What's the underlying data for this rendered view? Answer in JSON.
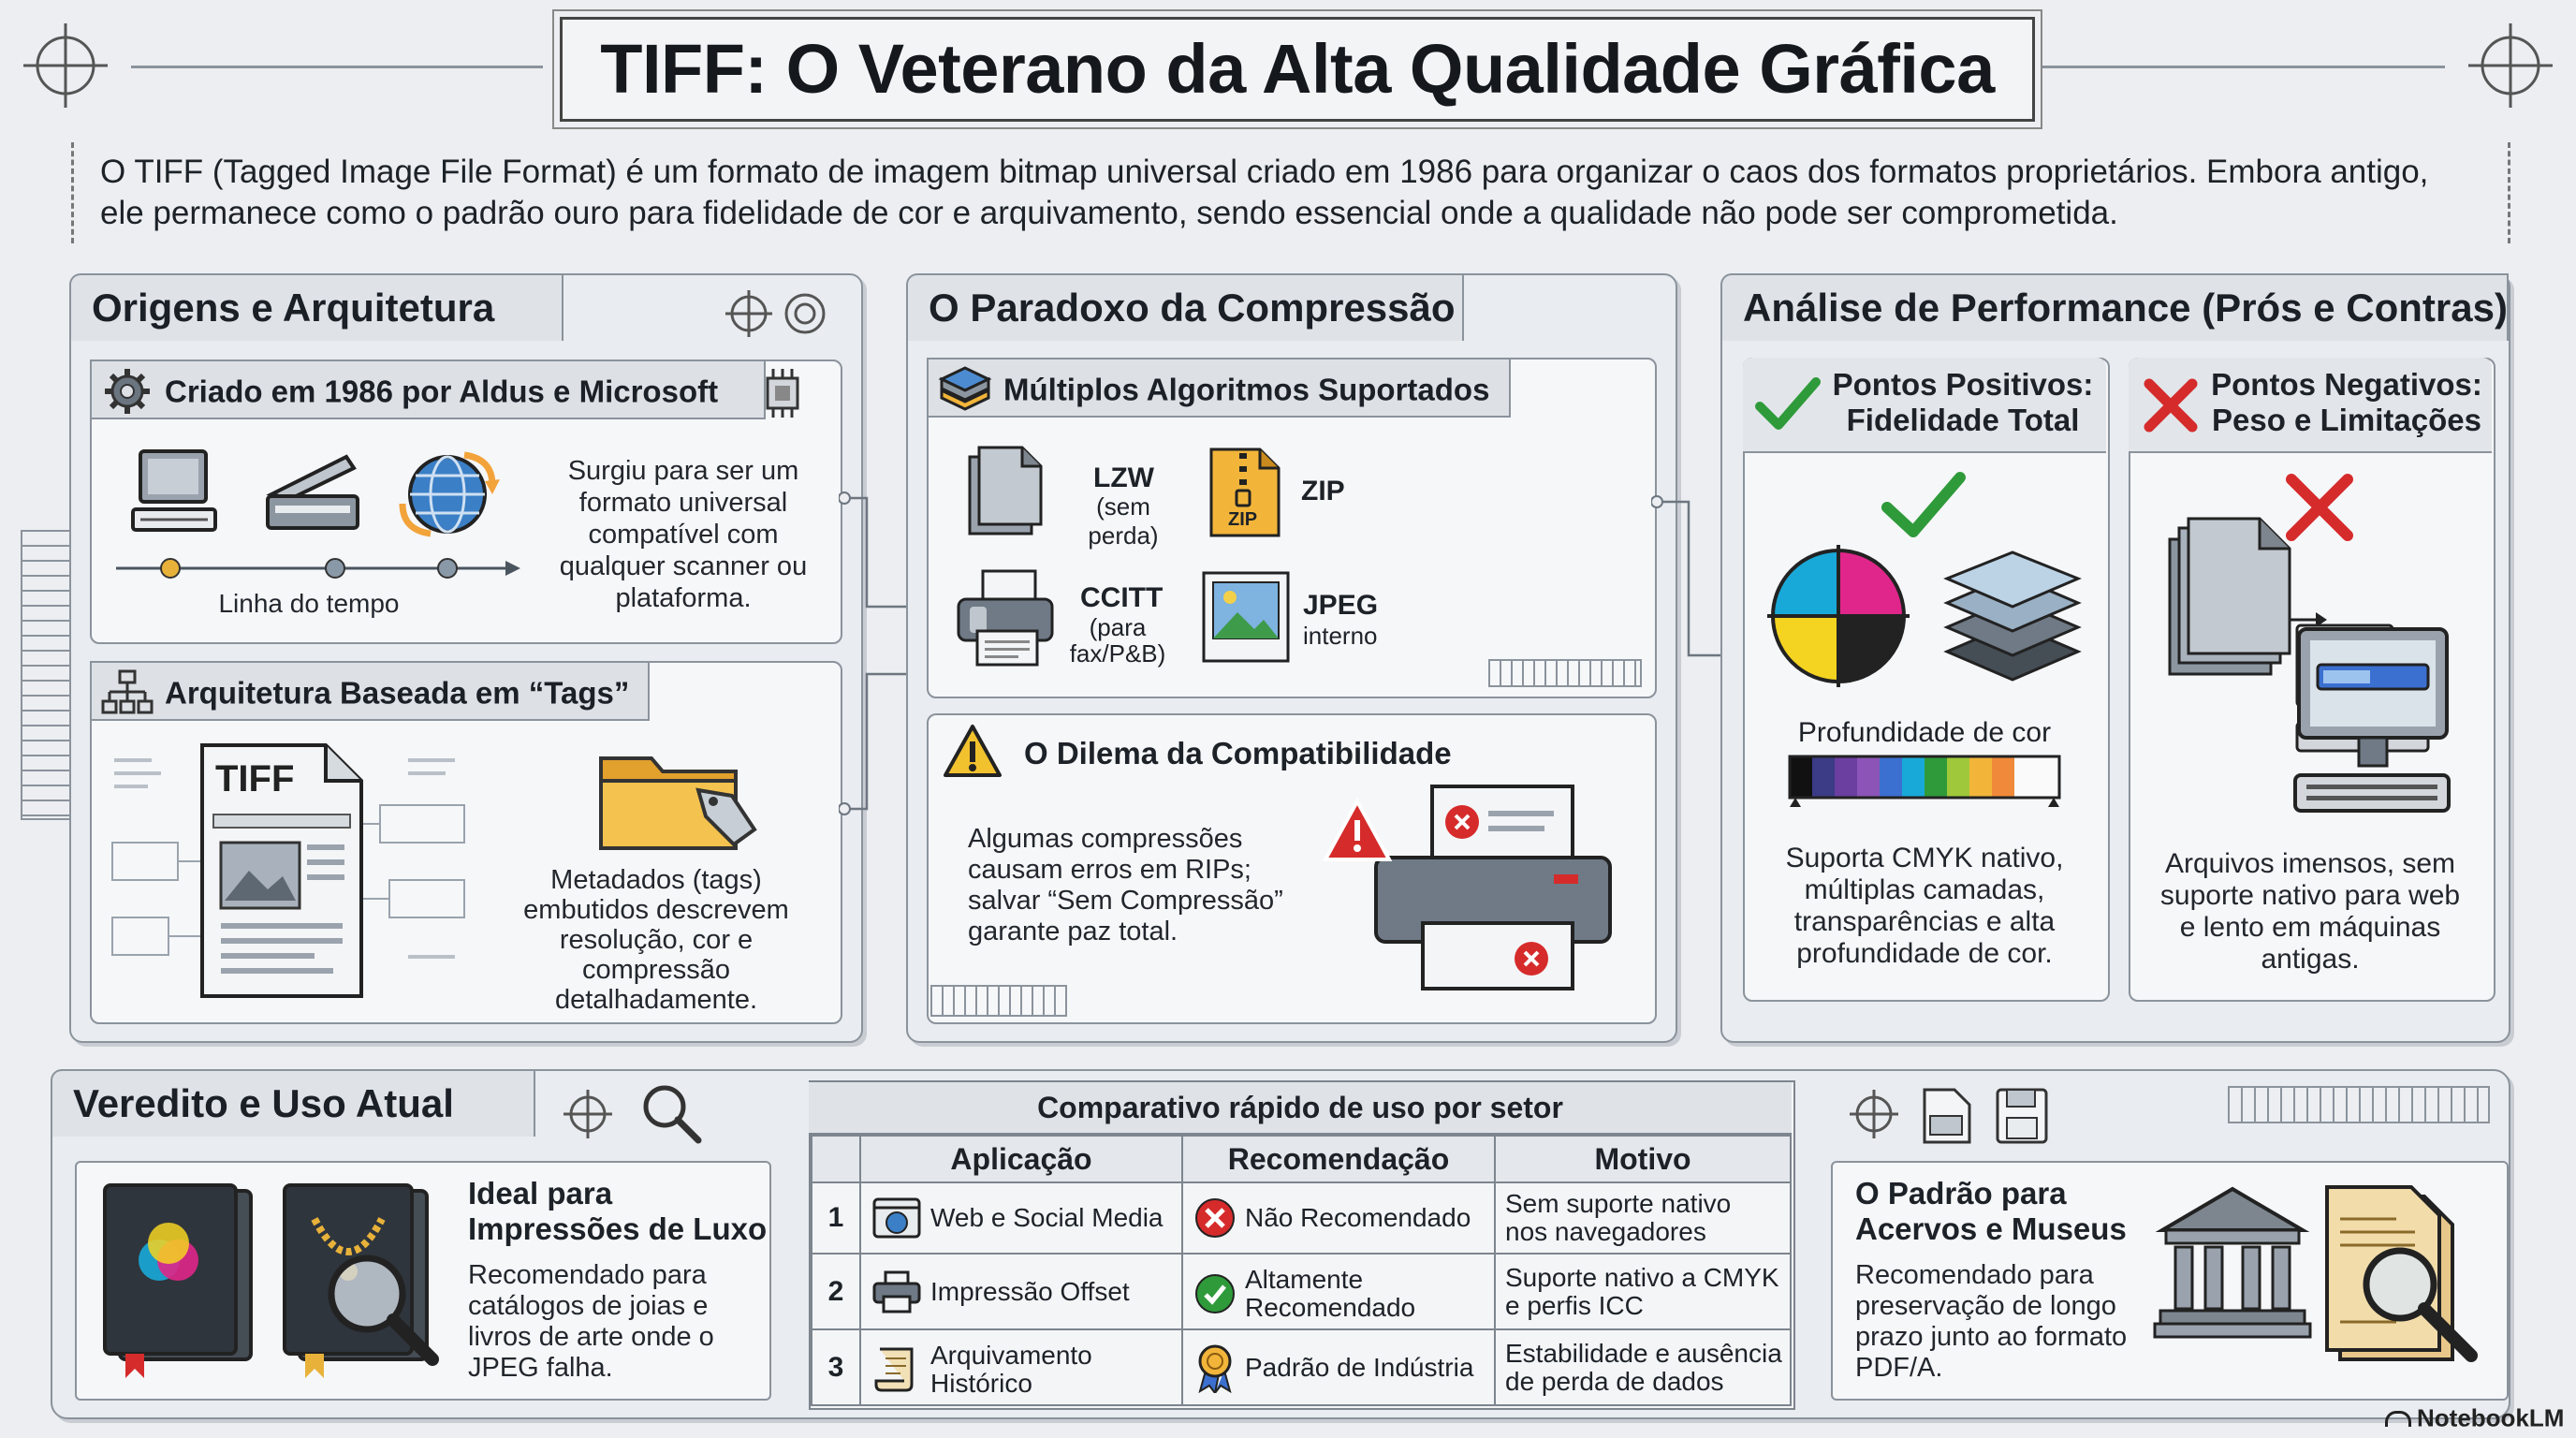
{
  "title": "TIFF: O Veterano da Alta Qualidade Gráfica",
  "intro": {
    "line1": "O TIFF (Tagged Image File Format) é um formato de imagem bitmap universal criado em 1986 para organizar o caos dos formatos proprietários. Embora antigo,",
    "line2": "ele permanece como o padrão ouro para fidelidade de cor e arquivamento, sendo essencial onde a qualidade não pode ser comprometida."
  },
  "origins": {
    "heading": "Origens e Arquitetura",
    "created": {
      "title": "Criado em 1986 por Aldus e Microsoft",
      "timeline_label": "Linha do tempo",
      "desc_lines": [
        "Surgiu para ser um",
        "formato universal",
        "compatível com",
        "qualquer scanner ou",
        "plataforma."
      ]
    },
    "tags": {
      "title": "Arquitetura Baseada em “Tags”",
      "doc_label": "TIFF",
      "desc_lines": [
        "Metadados (tags)",
        "embutidos descrevem",
        "resolução, cor e compressão",
        "detalhadamente."
      ]
    }
  },
  "compression": {
    "heading": "O Paradoxo da Compressão",
    "algorithms": {
      "title": "Múltiplos Algoritmos Suportados",
      "items": [
        {
          "name": "LZW",
          "note": "(sem perda)"
        },
        {
          "name": "ZIP",
          "note": ""
        },
        {
          "name": "CCITT",
          "note_lines": [
            "(para",
            "fax/P&B)"
          ]
        },
        {
          "name": "JPEG",
          "note": "interno"
        }
      ],
      "zip_icon_label": "ZIP"
    },
    "dilemma": {
      "title": "O Dilema da Compatibilidade",
      "desc_lines": [
        "Algumas compressões",
        "causam erros em RIPs;",
        "salvar “Sem Compressão”",
        "garante paz total."
      ]
    }
  },
  "performance": {
    "heading": "Análise de Performance (Prós e Contras)",
    "pros": {
      "title_lines": [
        "Pontos Positivos:",
        "Fidelidade Total"
      ],
      "depth_label": "Profundidade de cor",
      "desc_lines": [
        "Suporta CMYK nativo,",
        "múltiplas camadas,",
        "transparências e alta",
        "profundidade de cor."
      ]
    },
    "cons": {
      "title_lines": [
        "Pontos Negativos:",
        "Peso e Limitações"
      ],
      "desc_lines": [
        "Arquivos imensos, sem",
        "suporte nativo para web",
        "e lento em máquinas",
        "antigas."
      ]
    }
  },
  "verdict": {
    "heading": "Veredito e Uso Atual",
    "luxury": {
      "title_lines": [
        "Ideal para",
        "Impressões de Luxo"
      ],
      "desc_lines": [
        "Recomendado para",
        "catálogos de joias e",
        "livros de arte onde o",
        "JPEG falha."
      ]
    },
    "archive": {
      "title_lines": [
        "O Padrão para",
        "Acervos e Museus"
      ],
      "desc_lines": [
        "Recomendado para",
        "preservação de longo",
        "prazo junto ao formato",
        "PDF/A."
      ]
    }
  },
  "comparison": {
    "title": "Comparativo rápido de uso por setor",
    "headers": [
      "Aplicação",
      "Recomendação",
      "Motivo"
    ],
    "rows": [
      {
        "num": "1",
        "app": "Web e Social Media",
        "rec": "Não Recomendado",
        "reason_lines": [
          "Sem suporte nativo",
          "nos navegadores"
        ],
        "rec_icon": "x-circle-icon"
      },
      {
        "num": "2",
        "app": "Impressão Offset",
        "rec_lines": [
          "Altamente",
          "Recomendado"
        ],
        "reason_lines": [
          "Suporte nativo a CMYK",
          "e perfis ICC"
        ],
        "rec_icon": "check-circle-icon"
      },
      {
        "num": "3",
        "app_lines": [
          "Arquivamento",
          "Histórico"
        ],
        "rec": "Padrão de Indústria",
        "reason_lines": [
          "Estabilidade e ausência",
          "de perda de dados"
        ],
        "rec_icon": "medal-icon"
      }
    ]
  },
  "branding": "NotebookLM",
  "colors": {
    "accent_green": "#2f9a3a",
    "accent_red": "#d62b2b",
    "accent_blue": "#2f78c4",
    "folder_yellow": "#f2b53a"
  }
}
